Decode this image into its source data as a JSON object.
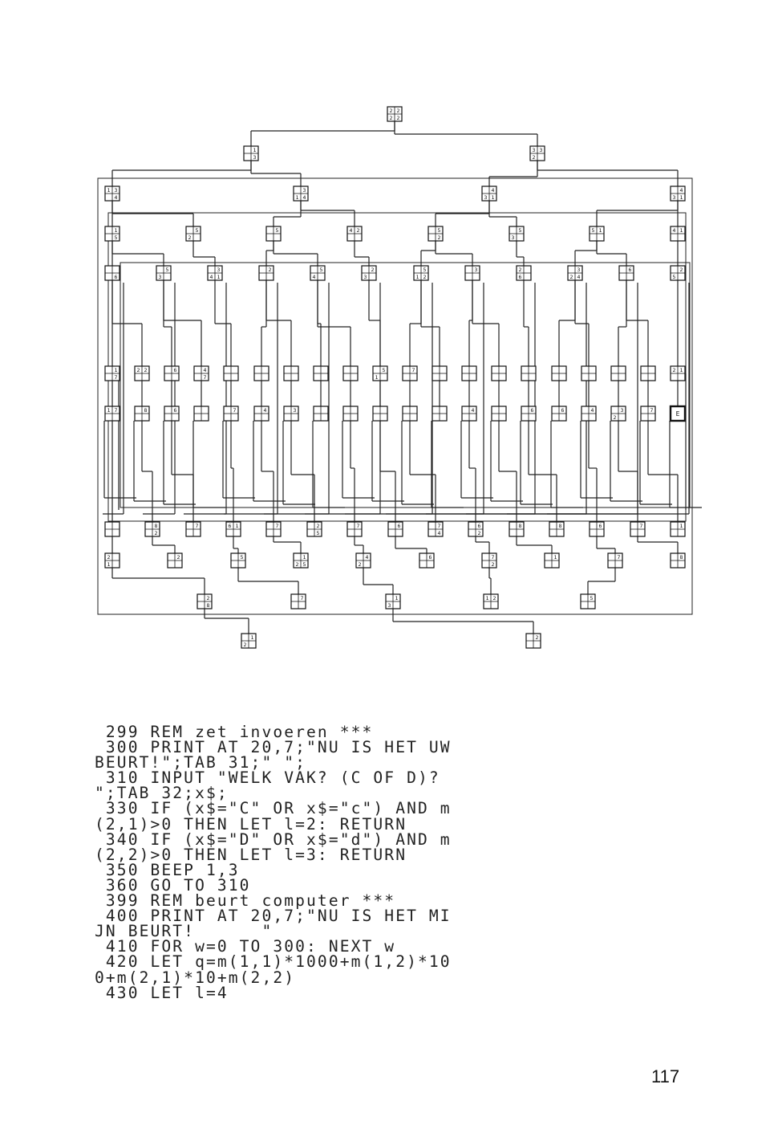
{
  "page": {
    "page_number": "117"
  },
  "diagram": {
    "description_kind": "game-tree of 2x2 board states connected by lines",
    "levels": [
      {
        "nodes": [
          [
            "2",
            "2",
            "2",
            "2"
          ]
        ]
      },
      {
        "nodes": [
          [
            "",
            "1",
            "",
            "3"
          ],
          [
            "3",
            "3",
            "2",
            ""
          ]
        ]
      },
      {
        "nodes": [
          [
            "1",
            "3",
            "",
            "4"
          ],
          [
            "",
            "3",
            "1",
            "4"
          ],
          [
            "",
            "4",
            "3",
            "1"
          ],
          [
            "",
            "4",
            "3",
            "1"
          ]
        ]
      },
      {
        "nodes": [
          [
            "",
            "1",
            "",
            "5"
          ],
          [
            "",
            "5",
            "2",
            ""
          ],
          [
            "",
            "5",
            "",
            ""
          ],
          [
            "4",
            "2",
            "",
            ""
          ],
          [
            "",
            "5",
            "",
            "2"
          ],
          [
            "",
            "5",
            "3",
            ""
          ],
          [
            "5",
            "1",
            "",
            ""
          ],
          [
            "4",
            "1",
            "",
            ""
          ]
        ]
      },
      {
        "nodes": [
          [
            "",
            "",
            "",
            "6"
          ],
          [
            "",
            "5",
            "3",
            ""
          ],
          [
            "",
            "3",
            "4",
            "1"
          ],
          [
            "",
            "2",
            "",
            ""
          ],
          [
            "",
            "5",
            "4",
            ""
          ],
          [
            "",
            "2",
            "3",
            ""
          ],
          [
            "",
            "5",
            "1",
            "2"
          ],
          [
            "",
            "3",
            "",
            ""
          ],
          [
            "2",
            "",
            "6",
            ""
          ],
          [
            "",
            "3",
            "2",
            "4"
          ],
          [
            "",
            "6",
            "",
            ""
          ],
          [
            "",
            "2",
            "5",
            ""
          ]
        ]
      },
      {
        "nodes": [
          [
            "",
            "1",
            "",
            "7"
          ],
          [
            "2",
            "2",
            "",
            ""
          ],
          [
            "",
            "6",
            "",
            ""
          ],
          [
            "",
            "4",
            "",
            "7"
          ],
          [
            "",
            "",
            "",
            ""
          ],
          [
            "",
            "",
            "",
            ""
          ],
          [
            "",
            "",
            "",
            ""
          ],
          [
            "",
            "",
            "",
            ""
          ],
          [
            "",
            "",
            "",
            ""
          ],
          [
            "",
            "5",
            "1",
            ""
          ],
          [
            "",
            "7",
            "",
            ""
          ],
          [
            "",
            "",
            "",
            ""
          ],
          [
            "",
            "",
            "",
            ""
          ],
          [
            "",
            "",
            "",
            ""
          ],
          [
            "",
            "",
            "",
            ""
          ],
          [
            "",
            "",
            "",
            ""
          ],
          [
            "",
            "",
            "",
            ""
          ],
          [
            "",
            "",
            "",
            ""
          ],
          [
            "",
            "",
            "",
            ""
          ],
          [
            "2",
            "1",
            "",
            ""
          ]
        ]
      },
      {
        "nodes": [
          [
            "1",
            "7",
            "",
            ""
          ],
          [
            "",
            "8",
            "",
            ""
          ],
          [
            "",
            "6",
            "",
            ""
          ],
          [
            "",
            "",
            "",
            ""
          ],
          [
            "",
            "7",
            "",
            ""
          ],
          [
            "",
            "4",
            "",
            ""
          ],
          [
            "",
            "3",
            "",
            ""
          ],
          [
            "",
            "",
            "",
            ""
          ],
          [
            "",
            "",
            "",
            ""
          ],
          [
            "",
            "",
            "",
            ""
          ],
          [
            "",
            "",
            "",
            ""
          ],
          [
            "",
            "",
            "",
            ""
          ],
          [
            "",
            "4",
            "",
            ""
          ],
          [
            "",
            "",
            "",
            ""
          ],
          [
            "",
            "6",
            "",
            ""
          ],
          [
            "",
            "6",
            "",
            ""
          ],
          [
            "",
            "4",
            "",
            ""
          ],
          [
            "",
            "3",
            "2",
            ""
          ],
          [
            "",
            "7",
            "",
            ""
          ],
          [
            "E",
            "",
            "",
            ""
          ]
        ]
      },
      {
        "nodes": [
          [
            "",
            "",
            "",
            ""
          ],
          [
            "",
            "8",
            "",
            "2"
          ],
          [
            "",
            "7",
            "",
            ""
          ],
          [
            "6",
            "1",
            "",
            ""
          ],
          [
            "",
            "7",
            "",
            ""
          ],
          [
            "",
            "2",
            "",
            "5"
          ],
          [
            "",
            "7",
            "",
            ""
          ],
          [
            "",
            "6",
            "",
            ""
          ],
          [
            "",
            "7",
            "",
            "4"
          ],
          [
            "",
            "6",
            "",
            "2"
          ],
          [
            "",
            "8",
            "",
            ""
          ],
          [
            "",
            "8",
            "",
            ""
          ],
          [
            "",
            "6",
            "",
            ""
          ],
          [
            "",
            "7",
            "",
            ""
          ],
          [
            "",
            "1",
            "",
            ""
          ]
        ]
      },
      {
        "nodes": [
          [
            "2",
            "",
            "1",
            ""
          ],
          [
            "",
            "2",
            "",
            ""
          ],
          [
            "",
            "5",
            "",
            ""
          ],
          [
            "",
            "1",
            "2",
            "5"
          ],
          [
            "",
            "4",
            "2",
            ""
          ],
          [
            "",
            "6",
            "",
            ""
          ],
          [
            "",
            "7",
            "",
            "2"
          ],
          [
            "",
            "1",
            "",
            ""
          ],
          [
            "",
            "7",
            "",
            ""
          ],
          [
            "",
            "8",
            "",
            ""
          ]
        ]
      },
      {
        "nodes": [
          [
            "",
            "2",
            "",
            "8"
          ],
          [
            "",
            "7",
            "",
            ""
          ],
          [
            "",
            "1",
            "3",
            ""
          ],
          [
            "1",
            "2",
            "",
            ""
          ],
          [
            "",
            "5",
            "",
            ""
          ]
        ]
      },
      {
        "nodes": [
          [
            "",
            "1",
            "2",
            ""
          ],
          [
            "",
            "2",
            "",
            ""
          ]
        ]
      }
    ]
  },
  "listing": {
    "lines": [
      " 299 REM zet invoeren ***",
      " 300 PRINT AT 20,7;\"NU IS HET UW",
      "BEURT!\";TAB 31;\" \";",
      " 310 INPUT \"WELK VAK? (C OF D)?",
      "\";TAB 32;x$;",
      " 330 IF (x$=\"C\" OR x$=\"c\") AND m",
      "(2,1)>0 THEN LET l=2: RETURN",
      " 340 IF (x$=\"D\" OR x$=\"d\") AND m",
      "(2,2)>0 THEN LET l=3: RETURN",
      " 350 BEEP 1,3",
      " 360 GO TO 310",
      " 399 REM beurt computer ***",
      " 400 PRINT AT 20,7;\"NU IS HET MI",
      "JN BEURT!      \"",
      " 410 FOR w=0 TO 300: NEXT w",
      " 420 LET q=m(1,1)*1000+m(1,2)*10",
      "0+m(2,1)*10+m(2,2)",
      " 430 LET l=4"
    ]
  }
}
